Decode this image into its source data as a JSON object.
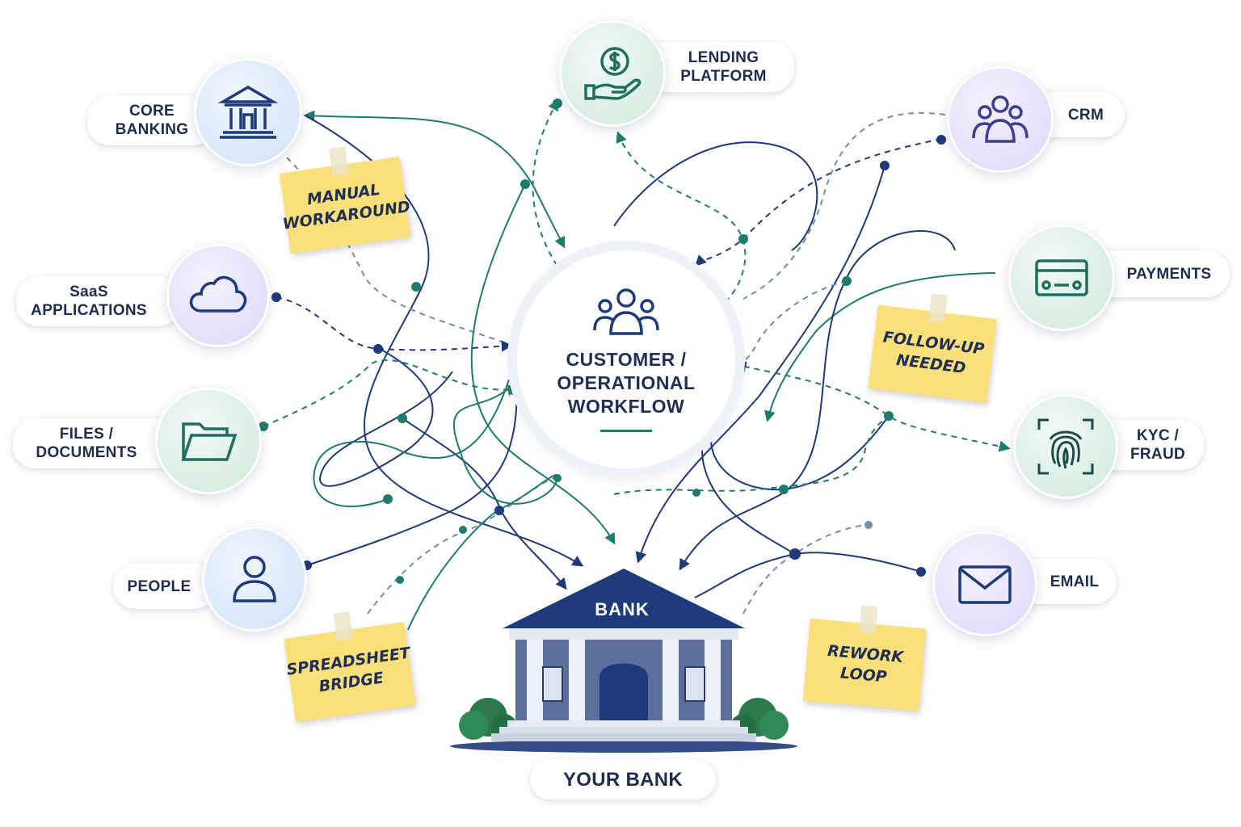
{
  "center": {
    "title_lines": [
      "CUSTOMER /",
      "OPERATIONAL",
      "WORKFLOW"
    ]
  },
  "systems": {
    "core_banking": {
      "lines": [
        "CORE",
        "BANKING"
      ],
      "icon": "bank-columns-icon",
      "tint": "blue"
    },
    "lending_platform": {
      "lines": [
        "LENDING",
        "PLATFORM"
      ],
      "icon": "dollar-hand-icon",
      "tint": "green"
    },
    "crm": {
      "lines": [
        "CRM"
      ],
      "icon": "people-group-icon",
      "tint": "purple"
    },
    "saas_applications": {
      "lines": [
        "SaaS",
        "APPLICATIONS"
      ],
      "icon": "cloud-icon",
      "tint": "purple"
    },
    "payments": {
      "lines": [
        "PAYMENTS"
      ],
      "icon": "card-payment-icon",
      "tint": "green"
    },
    "files_documents": {
      "lines": [
        "FILES /",
        "DOCUMENTS"
      ],
      "icon": "folder-icon",
      "tint": "green"
    },
    "kyc_fraud": {
      "lines": [
        "KYC /",
        "FRAUD"
      ],
      "icon": "fingerprint-icon",
      "tint": "green"
    },
    "people": {
      "lines": [
        "PEOPLE"
      ],
      "icon": "person-icon",
      "tint": "blue"
    },
    "email": {
      "lines": [
        "EMAIL"
      ],
      "icon": "envelope-icon",
      "tint": "purple"
    }
  },
  "notes": {
    "manual_workaround": [
      "MANUAL",
      "WORKAROUND"
    ],
    "follow_up_needed": [
      "FOLLOW-UP",
      "NEEDED"
    ],
    "spreadsheet_bridge": [
      "SPREADSHEET",
      "BRIDGE"
    ],
    "rework_loop": [
      "REWORK",
      "LOOP"
    ]
  },
  "bank": {
    "building_label": "BANK",
    "caption": "YOUR BANK"
  },
  "colors": {
    "navy": "#1e3a7a",
    "teal": "#1f7b6c",
    "sticky": "#fbe07a",
    "text": "#1f2d4d"
  }
}
